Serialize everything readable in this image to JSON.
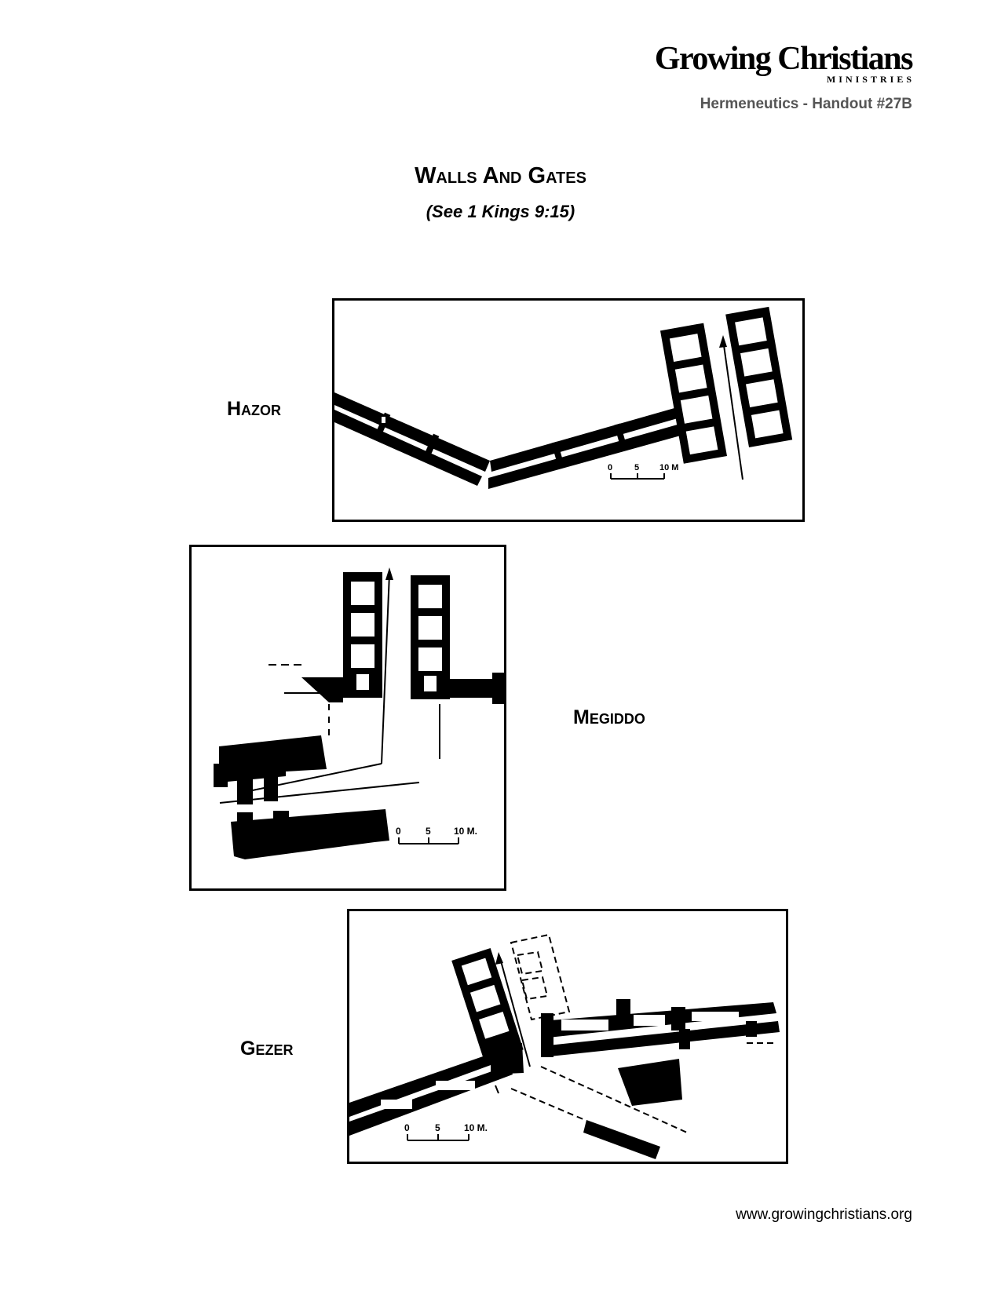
{
  "header": {
    "logo_main": "Growing Christians",
    "logo_sub": "MINISTRIES",
    "handout": "Hermeneutics - Handout #27B"
  },
  "document": {
    "title": "Walls And Gates",
    "subtitle": "(See 1 Kings 9:15)"
  },
  "plans": [
    {
      "label": "Hazor",
      "scale_labels": [
        "0",
        "5",
        "10 M"
      ]
    },
    {
      "label": "Megiddo",
      "scale_labels": [
        "0",
        "5",
        "10 M."
      ]
    },
    {
      "label": "Gezer",
      "scale_labels": [
        "0",
        "5",
        "10 M."
      ]
    }
  ],
  "footer": {
    "url": "www.growingchristians.org"
  }
}
